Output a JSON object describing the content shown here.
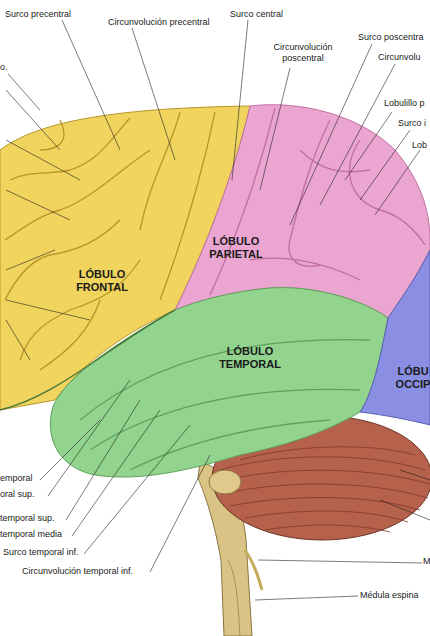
{
  "diagram": {
    "nodes": [
      {
        "text": [
          "LÓBULO FRONTAL"
        ]
      },
      {
        "text": [
          "LÓBULO PARIETAL"
        ]
      },
      {
        "text": [
          "LÓBULO TEMPORAL"
        ]
      },
      {
        "text": [
          "LÓBU OCCIP"
        ]
      }
    ],
    "labels": [
      "Surco precentral",
      "Circunvolución precentral",
      "Surco central",
      "Circunvolución poscentral",
      "Surco poscentra",
      "Circunvolu",
      "Lobulillo p",
      "Surco i",
      "Lob",
      "o.",
      "emporal",
      "oral sup.",
      "temporal sup.",
      "temporal media",
      "Surco temporal inf.",
      "Circunvolución temporal inf.",
      "M",
      "Médula espina"
    ]
  }
}
